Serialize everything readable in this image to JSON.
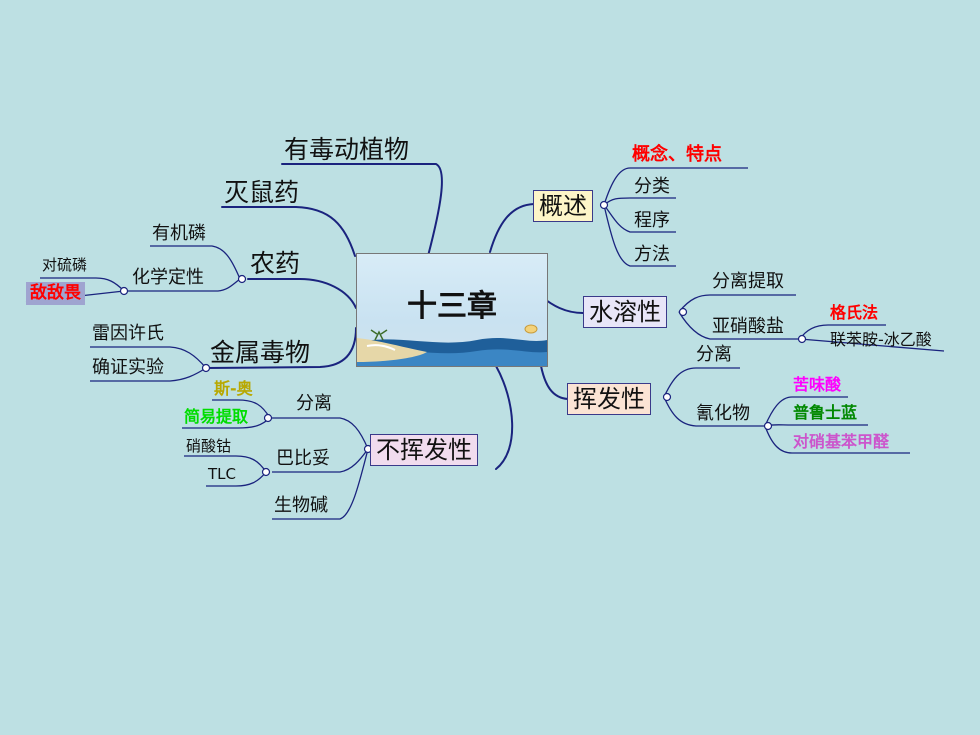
{
  "center": {
    "title": "十三章"
  },
  "branches": {
    "overview": {
      "label": "概述",
      "items": [
        "概念、特点",
        "分类",
        "程序",
        "方法"
      ]
    },
    "water": {
      "label": "水溶性",
      "sep": "分离提取",
      "nitrite": "亚硝酸盐",
      "griess": "格氏法",
      "benzidine": "联苯胺-冰乙酸"
    },
    "volatile": {
      "label": "挥发性",
      "sep": "分离",
      "cyanide": "氰化物",
      "picric": "苦味酸",
      "prussian": "普鲁士蓝",
      "nitro": "对硝基苯甲醛"
    },
    "nonvolatile": {
      "label": "不挥发性",
      "sep": "分离",
      "so": "斯-奥",
      "simple": "简易提取",
      "barb": "巴比妥",
      "cobalt": "硝酸钴",
      "tlc": "TLC",
      "alkaloid": "生物碱"
    },
    "metal": {
      "label": "金属毒物",
      "reinsch": "雷因许氏",
      "confirm": "确证实验"
    },
    "pesticide": {
      "label": "农药",
      "op": "有机磷",
      "qual": "化学定性",
      "thio": "对硫磷",
      "dipterex": "敌敌畏"
    },
    "rodenticide": {
      "label": "灭鼠药"
    },
    "animals": {
      "label": "有毒动植物"
    }
  },
  "colors": {
    "background": "#bde0e3",
    "line": "#1a237e",
    "red": "#ff0000",
    "green": "#00dd00",
    "olive": "#b8a800",
    "magenta": "#ff00ff",
    "forest": "#008800",
    "violet": "#cc55cc",
    "overview_fill": "#fdf5c8",
    "water_fill": "#e8e6f8",
    "volatile_fill": "#fbe4d4",
    "nonvolatile_fill": "#f1dcee",
    "dipterex_fill": "#9fa4d0"
  }
}
